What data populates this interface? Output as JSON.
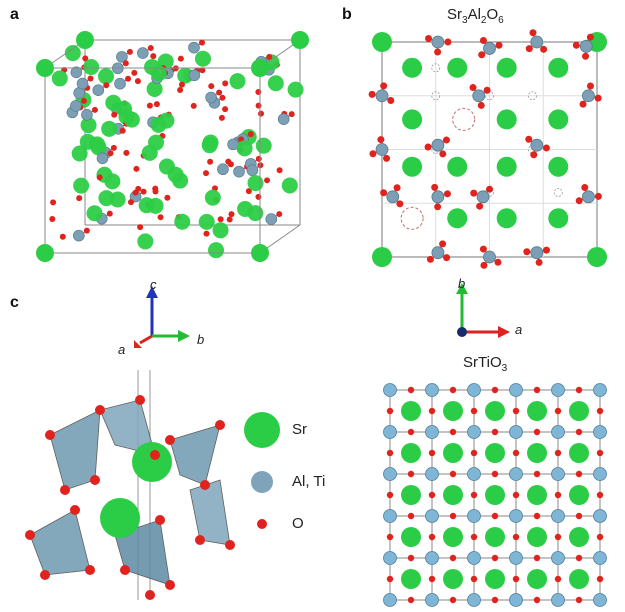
{
  "panels": {
    "a": "a",
    "b": "b",
    "c": "c"
  },
  "structure_b": {
    "title": {
      "pre": "Sr",
      "s1": "3",
      "mid": "Al",
      "s2": "2",
      "post": "O",
      "s3": "6"
    }
  },
  "structure_d": {
    "title": {
      "pre": "SrTiO",
      "s1": "3"
    }
  },
  "axes_c": {
    "c": "c",
    "b": "b",
    "a": "a"
  },
  "axes_b": {
    "b": "b",
    "a": "a"
  },
  "legend": [
    {
      "label": "Sr",
      "color": "#22c23a"
    },
    {
      "label": "Al, Ti",
      "color": "#7fa3b8"
    },
    {
      "label": "O",
      "color": "#e02020"
    }
  ],
  "colors": {
    "sr": "#2ccd46",
    "al": "#7c9fb5",
    "ti": "#7fb6d6",
    "o": "#e0231c",
    "axis_a": "#dd2222",
    "axis_b": "#22bb33",
    "axis_c": "#2233bb"
  }
}
